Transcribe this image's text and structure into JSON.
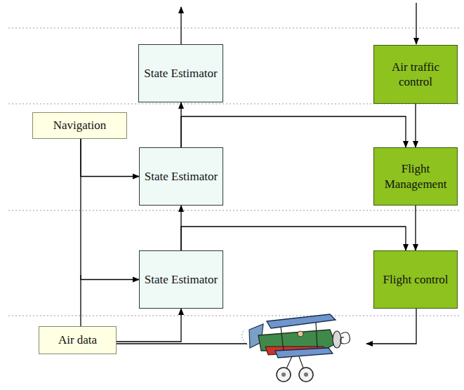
{
  "diagram": {
    "nodes": [
      {
        "text": [
          "State Estimator"
        ]
      },
      {
        "text": [
          "Air traffic control"
        ]
      },
      {
        "text": [
          "Navigation"
        ]
      },
      {
        "text": [
          "State Estimator"
        ]
      },
      {
        "text": [
          "Flight Management"
        ]
      },
      {
        "text": [
          "State Estimator"
        ]
      },
      {
        "text": [
          "Flight control"
        ]
      },
      {
        "text": [
          "Air data"
        ]
      }
    ],
    "edges": [
      {
        "from": 3,
        "to": 0,
        "arrow": "to"
      },
      {
        "from": 5,
        "to": 3,
        "arrow": "to"
      },
      {
        "from": 7,
        "to": 5,
        "arrow": "to"
      },
      {
        "from": 2,
        "to": 3,
        "arrow": "to"
      },
      {
        "from": 2,
        "to": 5,
        "arrow": "to"
      },
      {
        "from": 3,
        "to": 4,
        "arrow": "to"
      },
      {
        "from": 5,
        "to": 6,
        "arrow": "to"
      },
      {
        "from": 1,
        "to": 4,
        "arrow": "to"
      },
      {
        "from": 4,
        "to": 6,
        "arrow": "to"
      }
    ]
  }
}
